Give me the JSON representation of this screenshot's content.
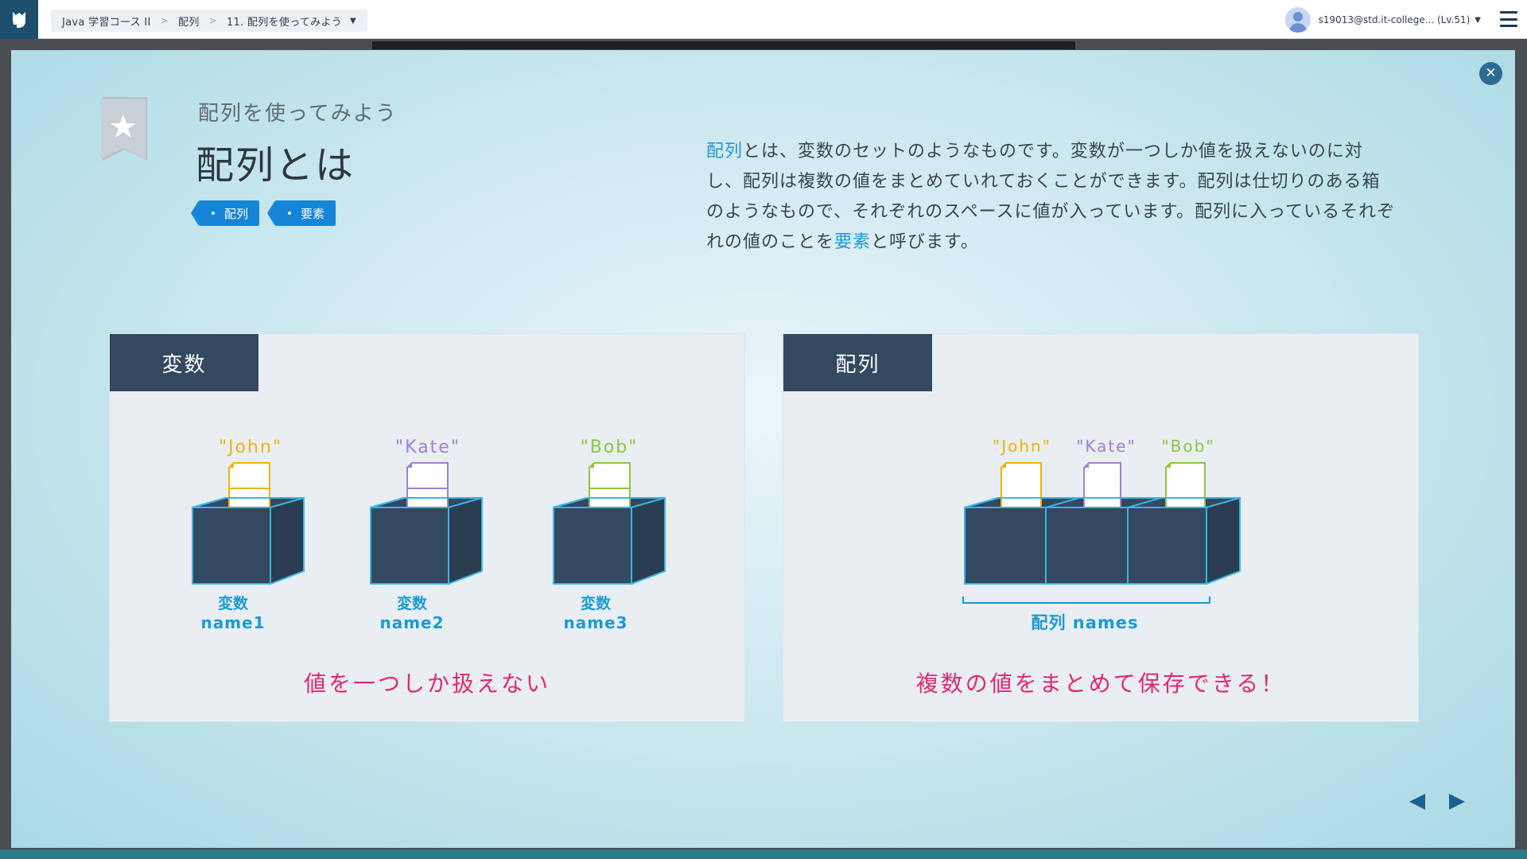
{
  "breadcrumb": {
    "course": "Java 学習コース II",
    "section": "配列",
    "lesson": "11. 配列を使ってみよう"
  },
  "user": {
    "label": "s19013@std.it-college... (Lv.51)"
  },
  "icons": {
    "logo": "logo-icon",
    "avatar": "user-avatar-icon",
    "menu": "hamburger-menu-icon",
    "close": "close-icon",
    "bookmark": "bookmark-star-icon",
    "prev": "prev-arrow-icon",
    "next": "next-arrow-icon"
  },
  "slide": {
    "subtitle": "配列を使ってみよう",
    "title": "配列とは",
    "tags": [
      "配列",
      "要素"
    ],
    "description": {
      "term1": "配列",
      "part1": "とは、変数のセットのようなものです。変数が一つしか値を扱えないのに対し、配列は複数の値をまとめていれておくことができます。配列は仕切りのある箱のようなもので、それぞれのスペースに値が入っています。配列に入っているそれぞれの値のことを",
      "term2": "要素",
      "part2": "と呼びます。"
    }
  },
  "left_panel": {
    "header": "変数",
    "items": [
      {
        "value": "\"John\"",
        "kind": "変数",
        "name": "name1",
        "color": "#f0b400"
      },
      {
        "value": "\"Kate\"",
        "kind": "変数",
        "name": "name2",
        "color": "#a07fd6"
      },
      {
        "value": "\"Bob\"",
        "kind": "変数",
        "name": "name3",
        "color": "#8cc63f"
      }
    ],
    "caption": "値を一つしか扱えない"
  },
  "right_panel": {
    "header": "配列",
    "values": [
      {
        "value": "\"John\"",
        "color": "#f0b400"
      },
      {
        "value": "\"Kate\"",
        "color": "#a07fd6"
      },
      {
        "value": "\"Bob\"",
        "color": "#8cc63f"
      }
    ],
    "array_label": "配列 names",
    "caption": "複数の値をまとめて保存できる！"
  },
  "colors": {
    "box_fill": "#33495f",
    "box_edge": "#3bb4e6",
    "label_blue": "#1a9ad6",
    "caption_pink": "#e5266e",
    "panel_head": "#33495f",
    "tag_blue": "#1585d8"
  }
}
